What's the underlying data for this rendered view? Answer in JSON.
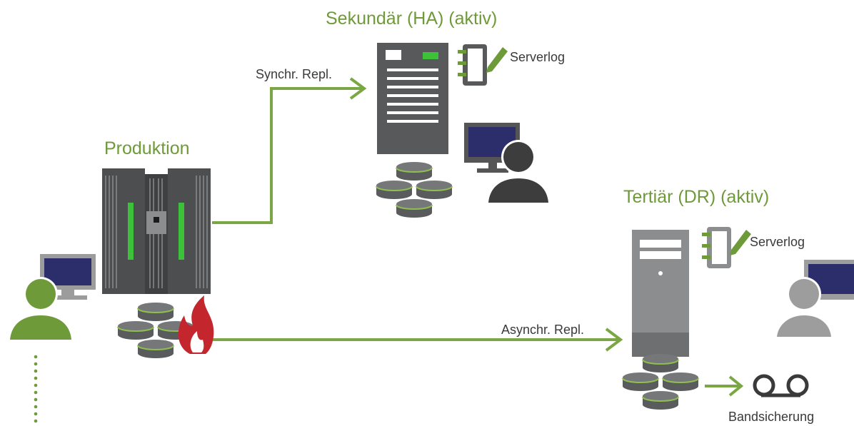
{
  "labels": {
    "production": "Produktion",
    "secondary": "Sekundär (HA) (aktiv)",
    "tertiary": "Tertiär (DR) (aktiv)",
    "sync_repl": "Synchr. Repl.",
    "async_repl": "Asynchr. Repl.",
    "serverlog_secondary": "Serverlog",
    "serverlog_tertiary": "Serverlog",
    "tape_backup": "Bandsicherung"
  },
  "colors": {
    "accent_green": "#6f9a3a",
    "line_green": "#7aa743",
    "server_dark": "#58595b",
    "server_light": "#8c8d8f",
    "user_active": "#6f9a3a",
    "user_dark": "#3d3d3d",
    "user_inactive": "#9d9d9d",
    "screen": "#2b2e6b",
    "fire": "#c4262e"
  },
  "icons": {
    "production": "mainframe-icon",
    "secondary": "server-icon",
    "tertiary": "tower-server-icon",
    "log": "notebook-pen-icon",
    "user": "user-at-computer-icon",
    "database": "database-stack-icon",
    "disaster": "fire-icon",
    "backup": "tape-reel-icon"
  }
}
